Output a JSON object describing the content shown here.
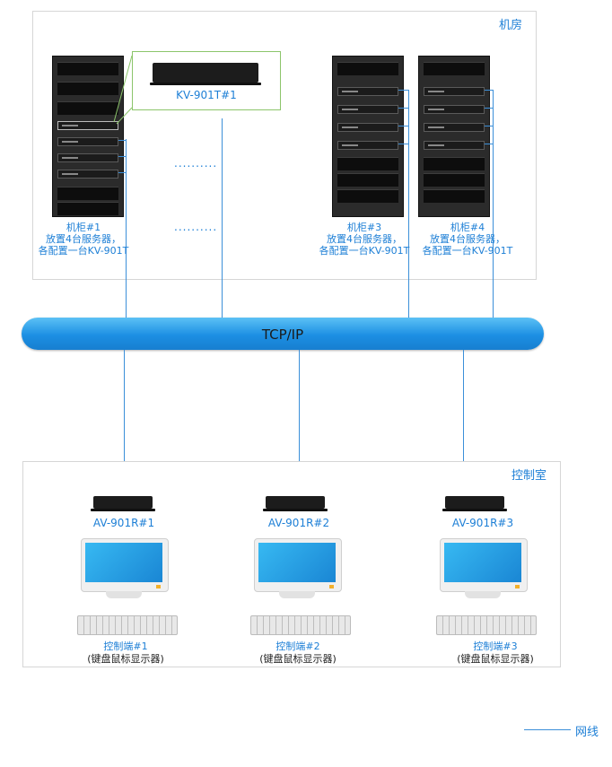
{
  "machine_room": {
    "title": "机房"
  },
  "control_room": {
    "title": "控制室"
  },
  "network": {
    "label": "TCP/IP"
  },
  "transmitter": {
    "label": "KV-901T#1"
  },
  "racks": [
    {
      "name": "机柜#1",
      "line1": "放置4台服务器，",
      "line2": "各配置一台KV-901T"
    },
    {
      "name": "机柜#3",
      "line1": "放置4台服务器，",
      "line2": "各配置一台KV-901T"
    },
    {
      "name": "机柜#4",
      "line1": "放置4台服务器，",
      "line2": "各配置一台KV-901T"
    }
  ],
  "ellipsis": "..........",
  "receivers": [
    {
      "label": "AV-901R#1",
      "terminal": "控制端#1",
      "note": "(键盘鼠标显示器)"
    },
    {
      "label": "AV-901R#2",
      "terminal": "控制端#2",
      "note": "(键盘鼠标显示器)"
    },
    {
      "label": "AV-901R#3",
      "terminal": "控制端#3",
      "note": "(键盘鼠标显示器)"
    }
  ],
  "legend": {
    "label": "网线",
    "color": "#3b8fd9"
  }
}
